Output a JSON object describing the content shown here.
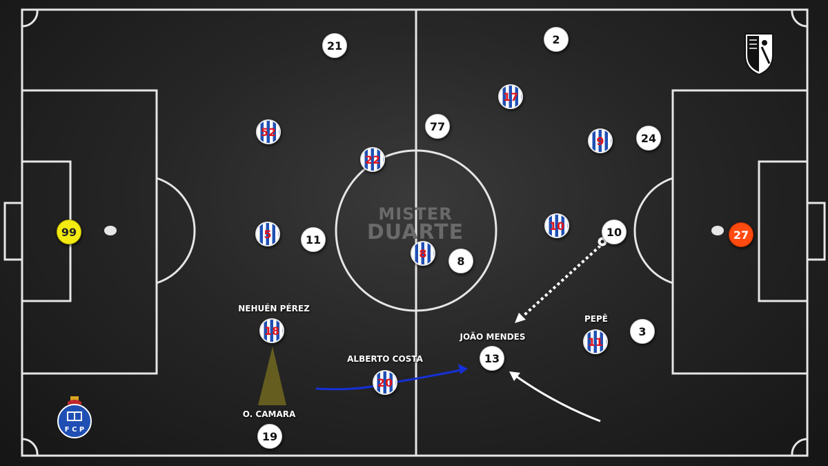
{
  "watermark": {
    "line1": "MISTER",
    "line2": "DUARTE"
  },
  "crest_home": {
    "icon": "fc-porto-crest-icon",
    "text": "F C P",
    "colors": {
      "blue": "#1f4fb3",
      "white": "#ffffff",
      "gold": "#d8a520",
      "red": "#c0282d"
    }
  },
  "crest_away": {
    "icon": "vitoria-guimaraes-crest-icon"
  },
  "colors": {
    "porto_blue": "#1f4fb3",
    "porto_number": "#e0141b",
    "yellow_gk": "#f3ea12",
    "orange_gk": "#ff4a10",
    "blue_arrow": "#1530d8",
    "cone": "#6b6320"
  },
  "players": [
    {
      "id": "p99",
      "number": "99",
      "style": "gk-yellow"
    },
    {
      "id": "p21",
      "number": "21",
      "style": "white"
    },
    {
      "id": "p2",
      "number": "2",
      "style": "white"
    },
    {
      "id": "p17",
      "number": "17",
      "style": "porto"
    },
    {
      "id": "p52",
      "number": "52",
      "style": "porto"
    },
    {
      "id": "p77",
      "number": "77",
      "style": "white"
    },
    {
      "id": "p22",
      "number": "22",
      "style": "porto"
    },
    {
      "id": "p9",
      "number": "9",
      "style": "porto"
    },
    {
      "id": "p24",
      "number": "24",
      "style": "white"
    },
    {
      "id": "p5",
      "number": "5",
      "style": "porto"
    },
    {
      "id": "p11w",
      "number": "11",
      "style": "white"
    },
    {
      "id": "p8p",
      "number": "8",
      "style": "porto"
    },
    {
      "id": "p8w",
      "number": "8",
      "style": "white"
    },
    {
      "id": "p10p",
      "number": "10",
      "style": "porto"
    },
    {
      "id": "p10w",
      "number": "10",
      "style": "white"
    },
    {
      "id": "p27",
      "number": "27",
      "style": "gk-orange"
    },
    {
      "id": "p18",
      "number": "18",
      "style": "porto",
      "label": "NEHUÉN PÉREZ"
    },
    {
      "id": "p11p",
      "number": "11",
      "style": "porto",
      "label": "PEPÊ"
    },
    {
      "id": "p3",
      "number": "3",
      "style": "white"
    },
    {
      "id": "p13",
      "number": "13",
      "style": "white",
      "label": "JOÃO MENDES"
    },
    {
      "id": "p20",
      "number": "20",
      "style": "porto",
      "label": "ALBERTO COSTA"
    },
    {
      "id": "p19",
      "number": "19",
      "style": "white",
      "label": "O. CAMARA"
    }
  ]
}
